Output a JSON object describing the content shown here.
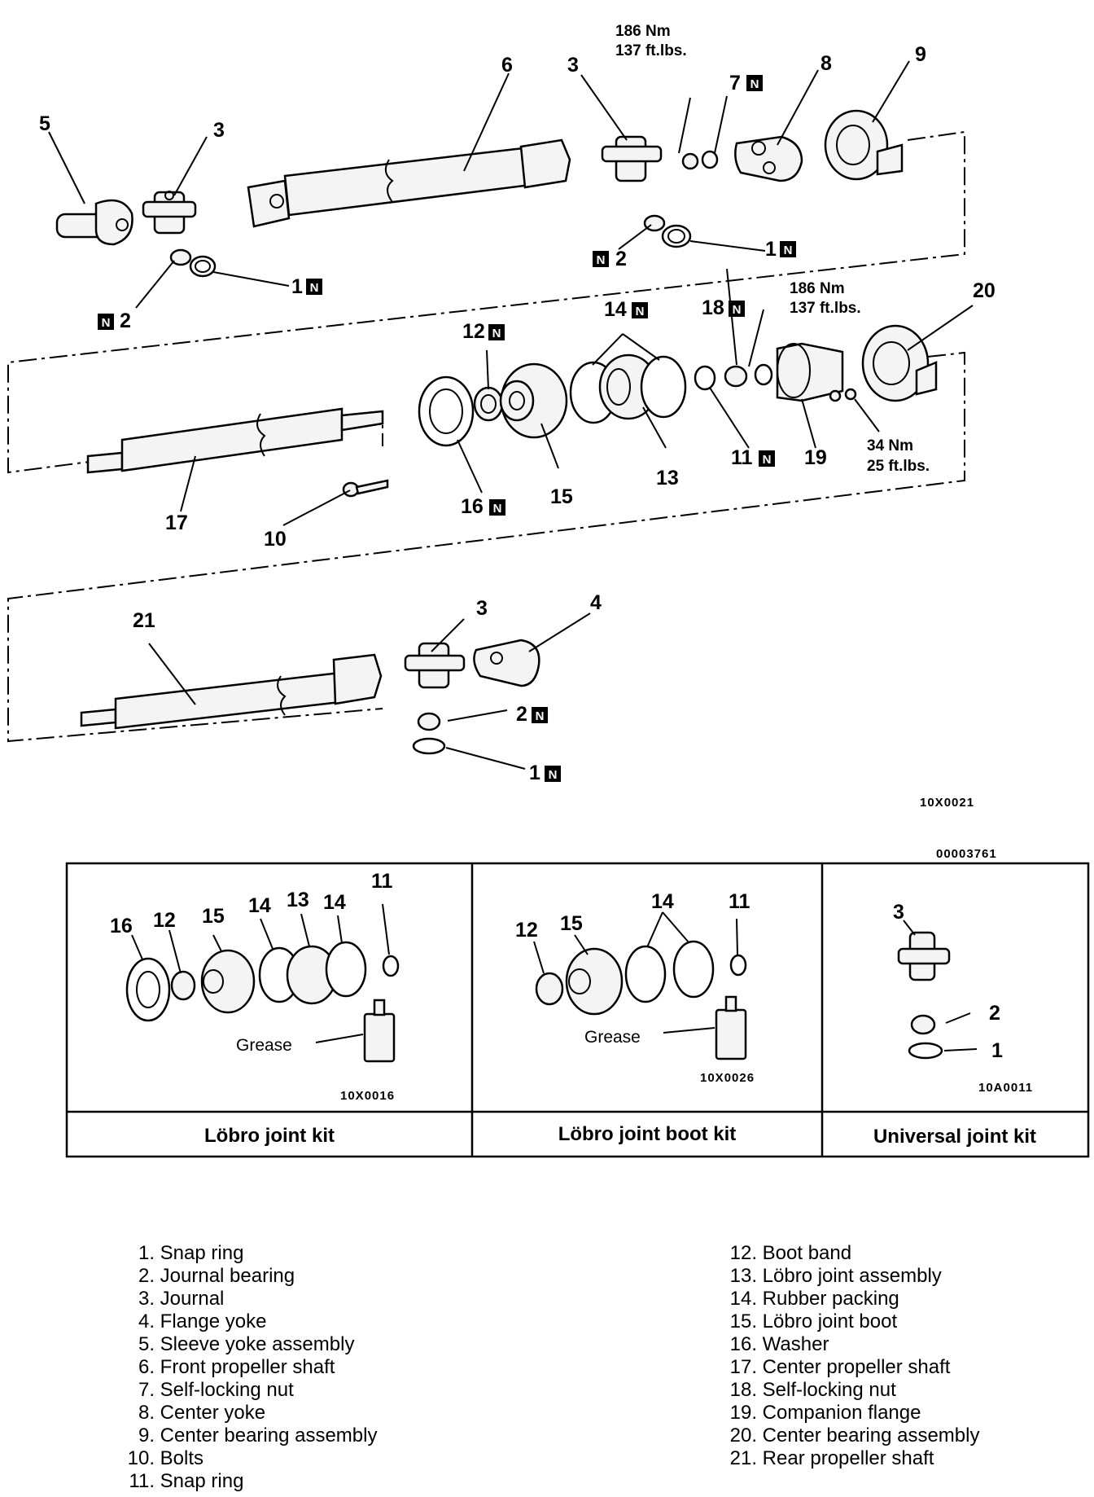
{
  "callouts": {
    "c5": "5",
    "c3a": "3",
    "c6": "6",
    "c3b": "3",
    "c7": "7",
    "c8": "8",
    "c9": "9",
    "c1a": "1",
    "c2a": "2",
    "c1b": "1",
    "c2b": "2",
    "c12": "12",
    "c14": "14",
    "c18": "18",
    "c20": "20",
    "c11": "11",
    "c19": "19",
    "c13": "13",
    "c15": "15",
    "c16": "16",
    "c17": "17",
    "c10": "10",
    "c21": "21",
    "c3c": "3",
    "c4": "4",
    "c2c": "2",
    "c1c": "1",
    "n_mark": "N"
  },
  "torque": {
    "t1_nm": "186 Nm",
    "t1_ft": "137 ft.lbs.",
    "t2_nm": "186 Nm",
    "t2_ft": "137 ft.lbs.",
    "t3_nm": "34 Nm",
    "t3_ft": "25 ft.lbs."
  },
  "codes": {
    "main": "10X0021",
    "kit_ref": "00003761",
    "kit1": "10X0016",
    "kit2": "10X0026",
    "kit3": "10A0011"
  },
  "kits": {
    "kit1": {
      "title": "Löbro joint kit",
      "grease": "Grease",
      "nums": [
        "16",
        "12",
        "15",
        "14",
        "13",
        "14",
        "11"
      ]
    },
    "kit2": {
      "title": "Löbro joint boot kit",
      "grease": "Grease",
      "nums": [
        "12",
        "15",
        "14",
        "11"
      ]
    },
    "kit3": {
      "title": "Universal joint kit",
      "nums": [
        "3",
        "2",
        "1"
      ]
    }
  },
  "legend": {
    "left": [
      {
        "num": "1.",
        "label": "Snap ring"
      },
      {
        "num": "2.",
        "label": "Journal bearing"
      },
      {
        "num": "3.",
        "label": "Journal"
      },
      {
        "num": "4.",
        "label": "Flange yoke"
      },
      {
        "num": "5.",
        "label": "Sleeve yoke assembly"
      },
      {
        "num": "6.",
        "label": "Front propeller shaft"
      },
      {
        "num": "7.",
        "label": "Self-locking nut"
      },
      {
        "num": "8.",
        "label": "Center yoke"
      },
      {
        "num": "9.",
        "label": "Center bearing assembly"
      },
      {
        "num": "10.",
        "label": "Bolts"
      },
      {
        "num": "11.",
        "label": "Snap ring"
      }
    ],
    "right": [
      {
        "num": "12.",
        "label": "Boot band"
      },
      {
        "num": "13.",
        "label": "Löbro joint assembly"
      },
      {
        "num": "14.",
        "label": "Rubber packing"
      },
      {
        "num": "15.",
        "label": "Löbro joint boot"
      },
      {
        "num": "16.",
        "label": "Washer"
      },
      {
        "num": "17.",
        "label": "Center propeller shaft"
      },
      {
        "num": "18.",
        "label": "Self-locking nut"
      },
      {
        "num": "19.",
        "label": "Companion flange"
      },
      {
        "num": "20.",
        "label": "Center bearing assembly"
      },
      {
        "num": "21.",
        "label": "Rear propeller shaft"
      }
    ]
  }
}
